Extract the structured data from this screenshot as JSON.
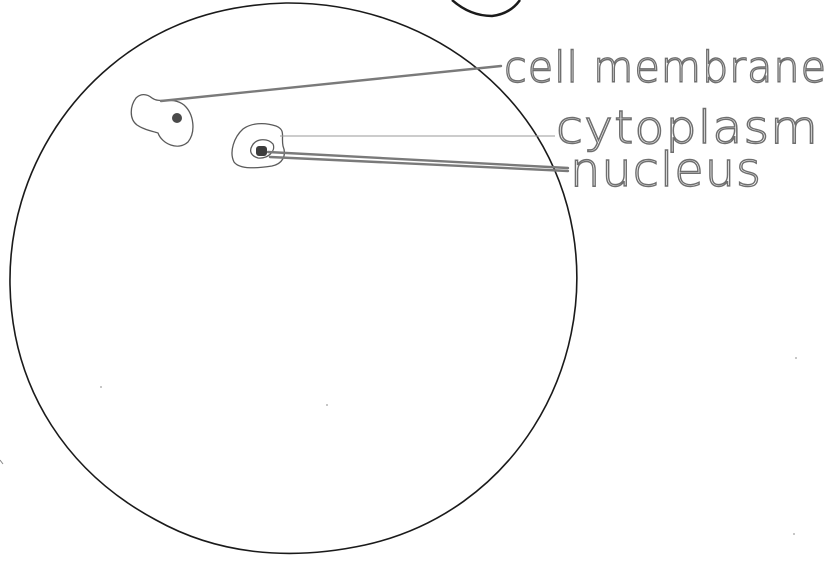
{
  "labels": {
    "membrane": "cell membrane",
    "cytoplasm": "cytoplasm",
    "nucleus": "nucleus"
  },
  "colors": {
    "background": "#ffffff",
    "ink": "#1a1a1a",
    "pencil": "#6f6f6f"
  }
}
